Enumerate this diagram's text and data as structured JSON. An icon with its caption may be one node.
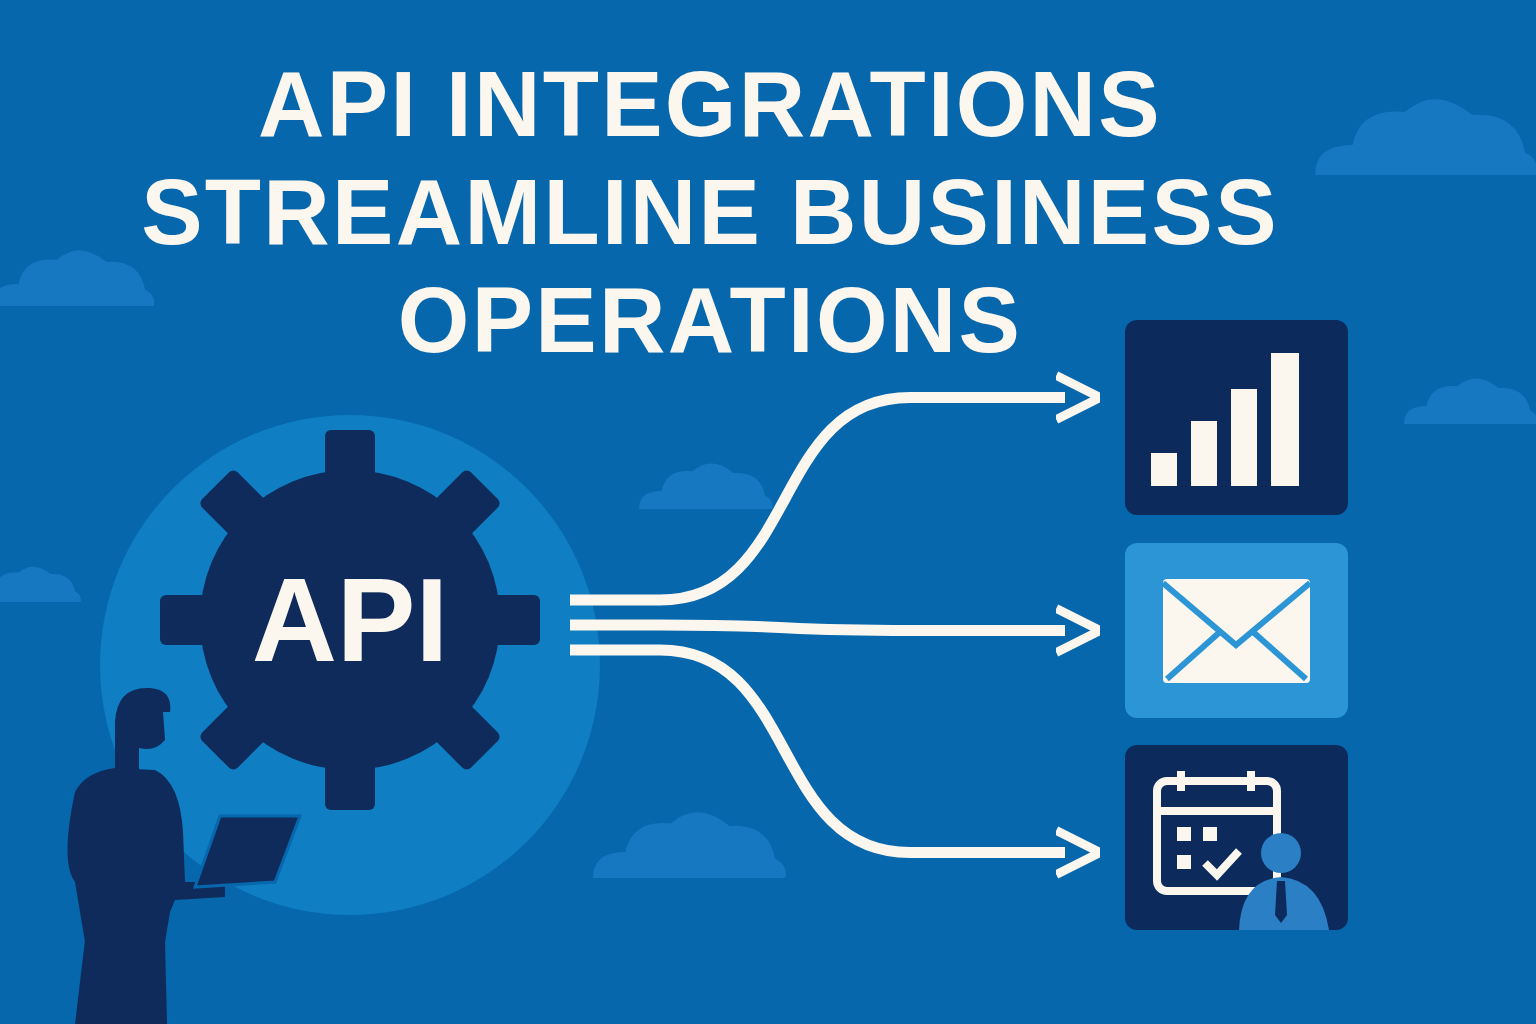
{
  "diagram": {
    "title": "API INTEGRATIONS STREAMLINE BUSINESS OPERATIONS",
    "nodes": [
      {
        "text": [
          "API"
        ]
      },
      {
        "text": [],
        "shape": "box"
      },
      {
        "text": [],
        "shape": "box"
      },
      {
        "text": [],
        "shape": "box"
      }
    ],
    "edges": [
      {
        "from": 0,
        "to": 1,
        "arrow": "to"
      },
      {
        "from": 0,
        "to": 2,
        "arrow": "to"
      },
      {
        "from": 0,
        "to": 3,
        "arrow": "to"
      }
    ]
  }
}
